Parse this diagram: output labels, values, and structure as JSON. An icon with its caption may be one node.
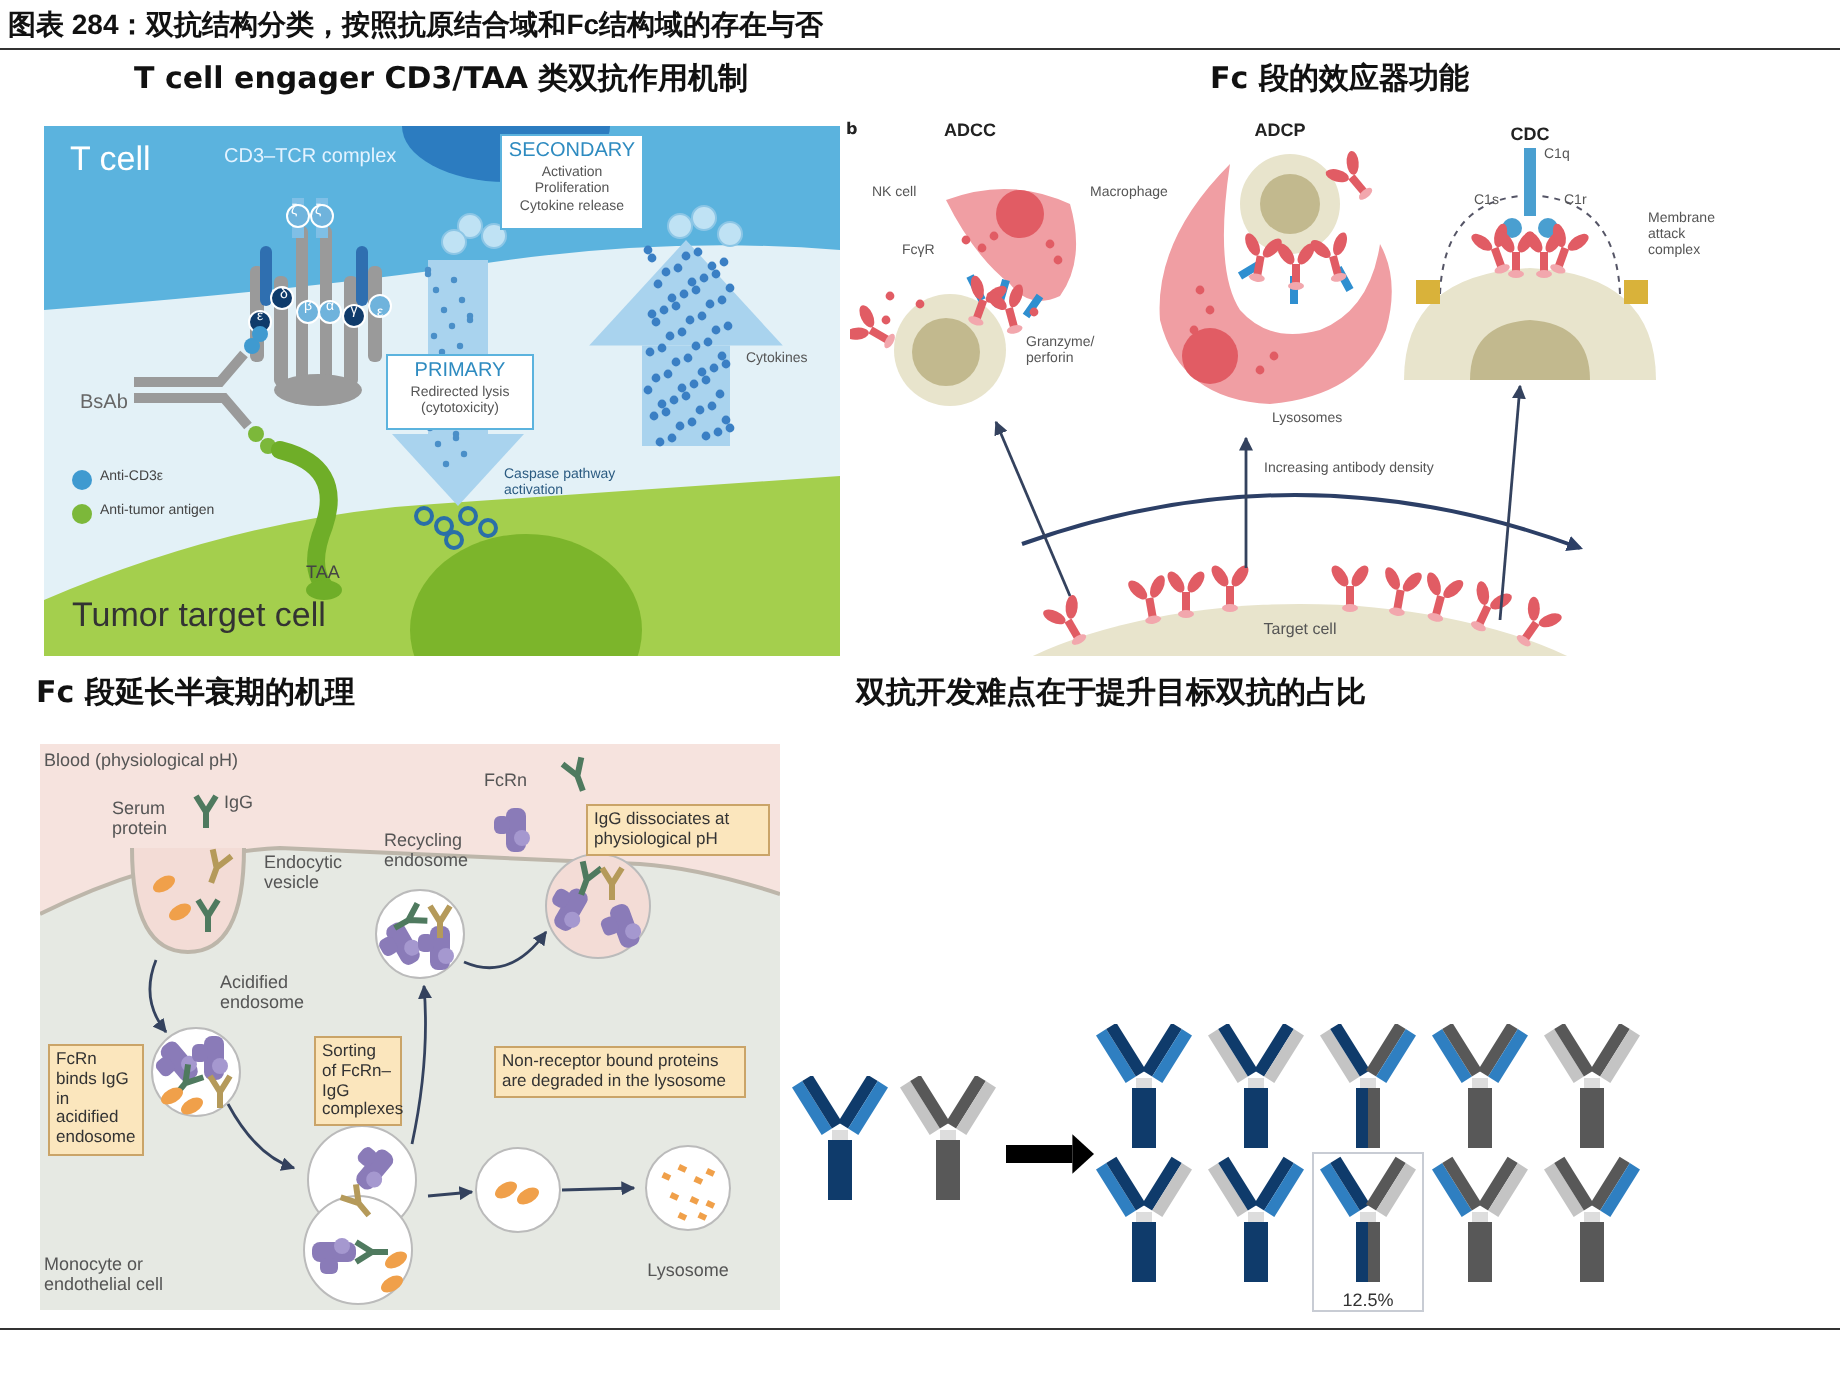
{
  "diagram": {
    "title": "图表 284：双抗结构分类，按照抗原结合域和Fc结构域的存在与否",
    "nodes": [
      {
        "text": [
          "SECONDARY",
          "Activation",
          "Proliferation",
          "Cytokine release"
        ],
        "in": 20
      },
      {
        "text": [
          "PRIMARY",
          "Redirected lysis (cytotoxicity)"
        ]
      },
      {
        "text": [
          "ADCC"
        ]
      },
      {
        "text": [
          "ADCP"
        ],
        "beside": [
          "Lysosomes"
        ]
      },
      {
        "text": [
          "CDC"
        ]
      },
      {
        "text": [
          "Target cell"
        ]
      },
      {
        "text": [
          "Endocytic vesicle"
        ]
      },
      {
        "text": [
          "Acidified endosome"
        ]
      },
      {
        "text": [],
        "shape": "circle"
      },
      {
        "text": [
          "Recycling endosome"
        ]
      },
      {
        "text": [],
        "shape": "circle"
      },
      {
        "text": [],
        "shape": "circle"
      },
      {
        "text": [
          "Lysosome"
        ]
      },
      {
        "text": [
          "FcRn binds IgG in acidified endosome"
        ]
      },
      {
        "text": [
          "Sorting of FcRn–IgG complexes"
        ]
      },
      {
        "text": [
          "IgG dissociates at physiological pH"
        ]
      },
      {
        "text": [
          "Non-receptor bound proteins are degraded in the lysosome"
        ]
      },
      {
        "text": [],
        "shape": "picture"
      },
      {
        "text": [],
        "shape": "picture"
      },
      {
        "text": [
          "12.5%"
        ],
        "in": 18
      },
      {
        "text": [
          "T cell"
        ]
      },
      {
        "text": [
          "Tumor target cell"
        ]
      }
    ],
    "edges": [
      {
        "from": 5,
        "to": 2,
        "arrow": "to"
      },
      {
        "from": 5,
        "to": 3,
        "arrow": "to"
      },
      {
        "from": 5,
        "to": 4,
        "arrow": "to"
      },
      {
        "from": 6,
        "to": 7,
        "arrow": "to"
      },
      {
        "from": 7,
        "to": 8,
        "arrow": "to"
      },
      {
        "from": 8,
        "to": 9,
        "arrow": "to"
      },
      {
        "from": 9,
        "to": 10,
        "arrow": "to"
      },
      {
        "from": 8,
        "to": 11,
        "arrow": "to"
      },
      {
        "from": 11,
        "to": 12,
        "arrow": "to"
      },
      {
        "from": 17,
        "to": 18,
        "arrow": "to",
        "style": "thick",
        "color": "#000000"
      },
      {
        "from": 20,
        "to": 1,
        "arrow": "none",
        "style": "thick",
        "color": "#a9d3ee"
      },
      {
        "from": 1,
        "to": 21,
        "arrow": "to",
        "style": "thick",
        "color": "#a9d3ee"
      },
      {
        "from": null,
        "to": 20,
        "arrow": "to",
        "style": "thick",
        "color": "#a9d3ee"
      }
    ],
    "labels": [
      "T cell engager CD3/TAA 类双抗作用机制",
      "Fc 段的效应器功能",
      "Fc 段延长半衰期的机理",
      "双抗开发难点在于提升目标双抗的占比",
      "CD3–TCR complex",
      "ζ",
      "ζ",
      "ε",
      "δ",
      "β",
      "α",
      "γ",
      "ε",
      "BsAb",
      "Cytokines",
      "Caspase pathway activation",
      "TAA",
      "b",
      "NK cell",
      "FcγR",
      "Granzyme/ perforin",
      "Macrophage",
      "C1q",
      "C1s",
      "C1r",
      "Membrane attack complex",
      "Increasing antibody density",
      "Blood (physiological pH)",
      "Serum protein",
      "IgG",
      "FcRn",
      "Monocyte or endothelial cell"
    ],
    "legend": [
      {
        "text": "Anti-CD3ε",
        "color": "#3f9ad0"
      },
      {
        "text": "Anti-tumor antigen",
        "color": "#7cb83a"
      }
    ]
  }
}
